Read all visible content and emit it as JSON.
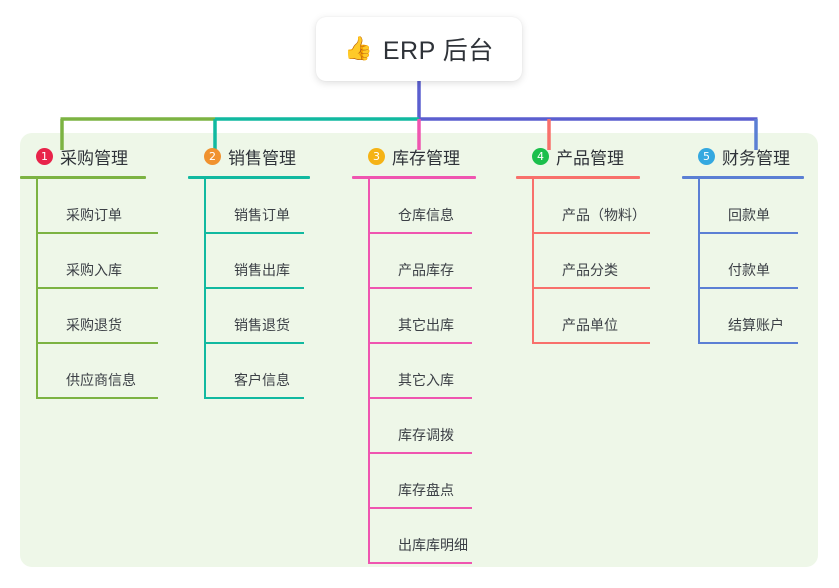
{
  "root": {
    "icon": "thumbs-up-icon",
    "emoji": "👍",
    "title": "ERP 后台"
  },
  "colors": {
    "panel_bg": "#eef7e8",
    "page_bg": "#ffffff",
    "card_bg": "#ffffff",
    "text": "#2f3339",
    "root_stem": "#5b5fcf",
    "trunk_left": "#7cb342",
    "trunk_mid": "#11b9a0",
    "trunk_right": "#5b5fcf"
  },
  "columns": [
    {
      "index": "1",
      "title": "采购管理",
      "badge_color": "#e8234a",
      "line_color": "#7cb342",
      "connector_color": "#7cb342",
      "items": [
        "采购订单",
        "采购入库",
        "采购退货",
        "供应商信息"
      ]
    },
    {
      "index": "2",
      "title": "销售管理",
      "badge_color": "#f0922f",
      "line_color": "#11b9a0",
      "connector_color": "#11b9a0",
      "items": [
        "销售订单",
        "销售出库",
        "销售退货",
        "客户信息"
      ]
    },
    {
      "index": "3",
      "title": "库存管理",
      "badge_color": "#f5b316",
      "line_color": "#ef55b0",
      "connector_color": "#ef55b0",
      "items": [
        "仓库信息",
        "产品库存",
        "其它出库",
        "其它入库",
        "库存调拨",
        "库存盘点",
        "出库库明细"
      ]
    },
    {
      "index": "4",
      "title": "产品管理",
      "badge_color": "#1bbf4c",
      "line_color": "#f8706b",
      "connector_color": "#f8706b",
      "items": [
        "产品（物料）",
        "产品分类",
        "产品单位"
      ]
    },
    {
      "index": "5",
      "title": "财务管理",
      "badge_color": "#34a8e0",
      "line_color": "#5b7fd4",
      "connector_color": "#5b7fd4",
      "items": [
        "回款单",
        "付款单",
        "结算账户"
      ]
    }
  ]
}
